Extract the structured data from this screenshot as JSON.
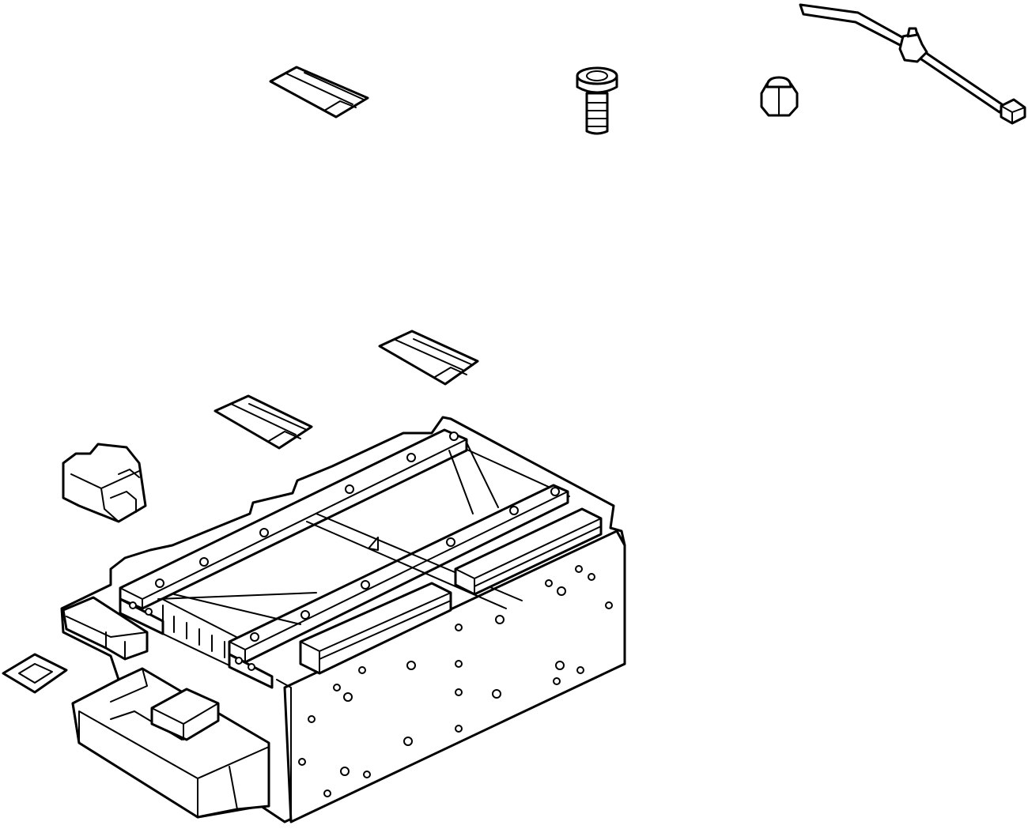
{
  "diagram": {
    "background": "#ffffff",
    "line_color": "#000000",
    "parts": [
      {
        "id": "insulator-pad-top",
        "icon": "pad-icon"
      },
      {
        "id": "bolt",
        "icon": "bolt-icon"
      },
      {
        "id": "cap-nut",
        "icon": "nut-icon"
      },
      {
        "id": "vent-hose-with-clip",
        "icon": "hose-icon"
      },
      {
        "id": "insulator-pad-upper",
        "icon": "pad-icon"
      },
      {
        "id": "insulator-pad-middle",
        "icon": "pad-icon"
      },
      {
        "id": "junction-block",
        "icon": "connector-icon"
      },
      {
        "id": "gasket",
        "icon": "gasket-icon"
      },
      {
        "id": "hybrid-battery-assembly",
        "icon": "battery-pack-icon"
      }
    ]
  }
}
